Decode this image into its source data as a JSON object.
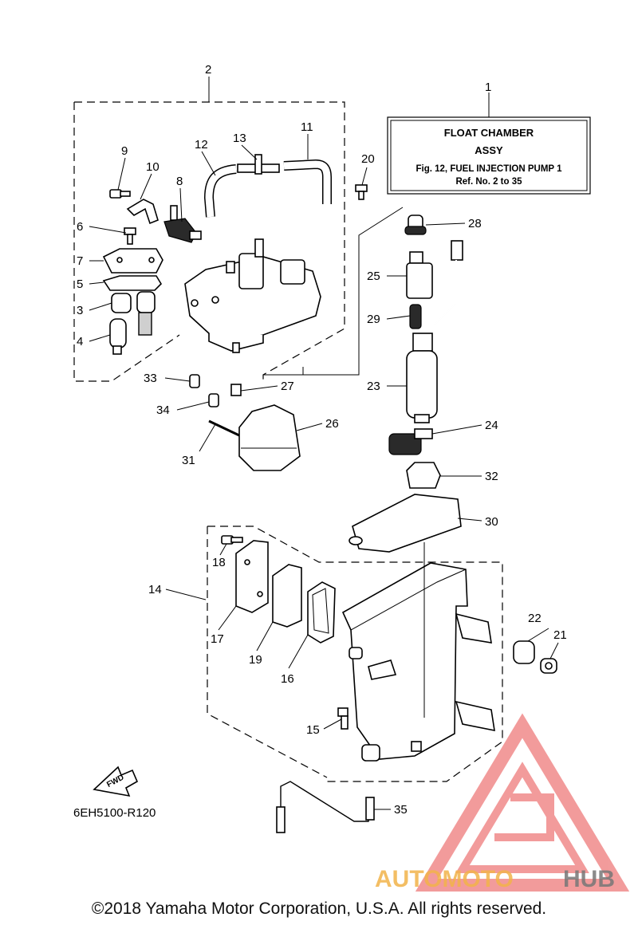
{
  "diagram_code": "6EH5100-R120",
  "copyright": "©2018 Yamaha Motor Corporation, U.S.A. All rights reserved.",
  "info_box": {
    "line1": "FLOAT CHAMBER",
    "line2": "ASSY",
    "line3": "Fig. 12, FUEL INJECTION PUMP 1",
    "line4": "Ref. No. 2 to 35"
  },
  "fwd_label": "FWD",
  "watermark": {
    "part1": "AUTOMOTO",
    "part2": "HUB",
    "color_primary": "#e84b4b",
    "color_secondary": "#f2b34a",
    "color_dark": "#666666"
  },
  "callouts": {
    "n1": "1",
    "n2": "2",
    "n3": "3",
    "n4": "4",
    "n5": "5",
    "n6": "6",
    "n7": "7",
    "n8": "8",
    "n9": "9",
    "n10": "10",
    "n11": "11",
    "n12": "12",
    "n13": "13",
    "n14": "14",
    "n15": "15",
    "n16": "16",
    "n17": "17",
    "n18": "18",
    "n19": "19",
    "n20": "20",
    "n21": "21",
    "n22": "22",
    "n23": "23",
    "n24": "24",
    "n25": "25",
    "n26": "26",
    "n27": "27",
    "n28": "28",
    "n29": "29",
    "n30": "30",
    "n31": "31",
    "n32": "32",
    "n33": "33",
    "n34": "34",
    "n35": "35"
  }
}
